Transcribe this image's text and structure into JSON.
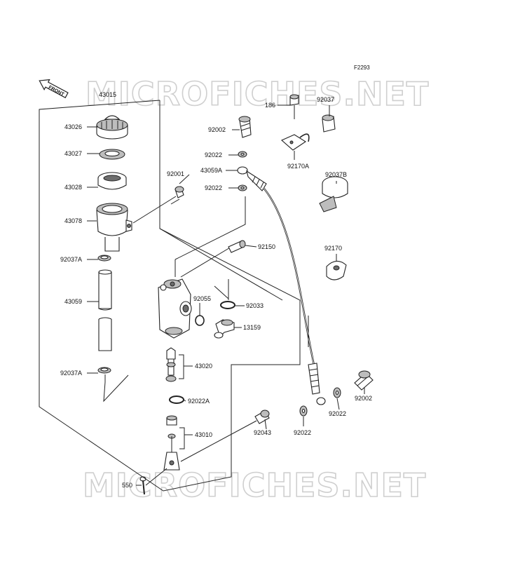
{
  "diagram": {
    "code": "F2293",
    "watermark": "MICROFICHES.NET",
    "front_label": "FRONT",
    "parts": [
      {
        "id": "p43015",
        "number": "43015"
      },
      {
        "id": "p43026",
        "number": "43026"
      },
      {
        "id": "p43027",
        "number": "43027"
      },
      {
        "id": "p43028",
        "number": "43028"
      },
      {
        "id": "p43078",
        "number": "43078"
      },
      {
        "id": "p92037A_1",
        "number": "92037A"
      },
      {
        "id": "p43059",
        "number": "43059"
      },
      {
        "id": "p92037A_2",
        "number": "92037A"
      },
      {
        "id": "p92001",
        "number": "92001"
      },
      {
        "id": "p92002_1",
        "number": "92002"
      },
      {
        "id": "p92022_1",
        "number": "92022"
      },
      {
        "id": "p43059A",
        "number": "43059A"
      },
      {
        "id": "p92022_2",
        "number": "92022"
      },
      {
        "id": "p186",
        "number": "186"
      },
      {
        "id": "p92037",
        "number": "92037"
      },
      {
        "id": "p92170A",
        "number": "92170A"
      },
      {
        "id": "p92037B",
        "number": "92037B"
      },
      {
        "id": "p92150",
        "number": "92150"
      },
      {
        "id": "p92170",
        "number": "92170"
      },
      {
        "id": "p92055",
        "number": "92055"
      },
      {
        "id": "p92033",
        "number": "92033"
      },
      {
        "id": "p13159",
        "number": "13159"
      },
      {
        "id": "p43020",
        "number": "43020"
      },
      {
        "id": "p92022A",
        "number": "92022A"
      },
      {
        "id": "p43010",
        "number": "43010"
      },
      {
        "id": "p92043",
        "number": "92043"
      },
      {
        "id": "p92022_3",
        "number": "92022"
      },
      {
        "id": "p92022_4",
        "number": "92022"
      },
      {
        "id": "p92002_2",
        "number": "92002"
      },
      {
        "id": "p550",
        "number": "550"
      }
    ]
  }
}
